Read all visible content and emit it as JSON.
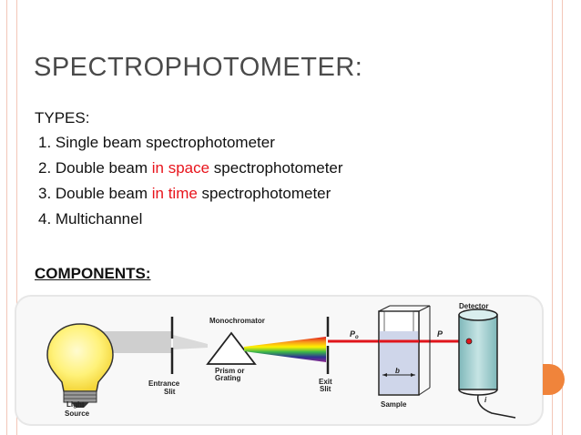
{
  "slide": {
    "title": "SPECTROPHOTOMETER:",
    "types_label": "TYPES:",
    "types": [
      {
        "prefix": "1. Single beam spectrophotometer",
        "highlight": "",
        "suffix": ""
      },
      {
        "prefix": "2. Double beam ",
        "highlight": "in space",
        "suffix": " spectrophotometer"
      },
      {
        "prefix": "3. Double beam ",
        "highlight": "in time",
        "suffix": " spectrophotometer"
      },
      {
        "prefix": "4. Multichannel",
        "highlight": "",
        "suffix": ""
      }
    ],
    "components_label": "COMPONENTS:",
    "colors": {
      "highlight": "#e8141c",
      "accent": "#f0843b",
      "border": "#f3c7b8",
      "beam": "#e0151b"
    }
  },
  "diagram": {
    "labels": {
      "light": "Light",
      "source": "Source",
      "entrance": "Entrance",
      "slit1": "Slit",
      "monochromator": "Monochromator",
      "prism": "Prism or",
      "grating": "Grating",
      "exit": "Exit",
      "slit2": "Slit",
      "p0": "P",
      "p0_sub": "o",
      "p": "P",
      "b": "b",
      "sample": "Sample",
      "detector": "Detector",
      "i": "i"
    },
    "icons": [
      "light-bulb-icon",
      "prism-icon",
      "cuvette-icon",
      "detector-icon"
    ]
  }
}
